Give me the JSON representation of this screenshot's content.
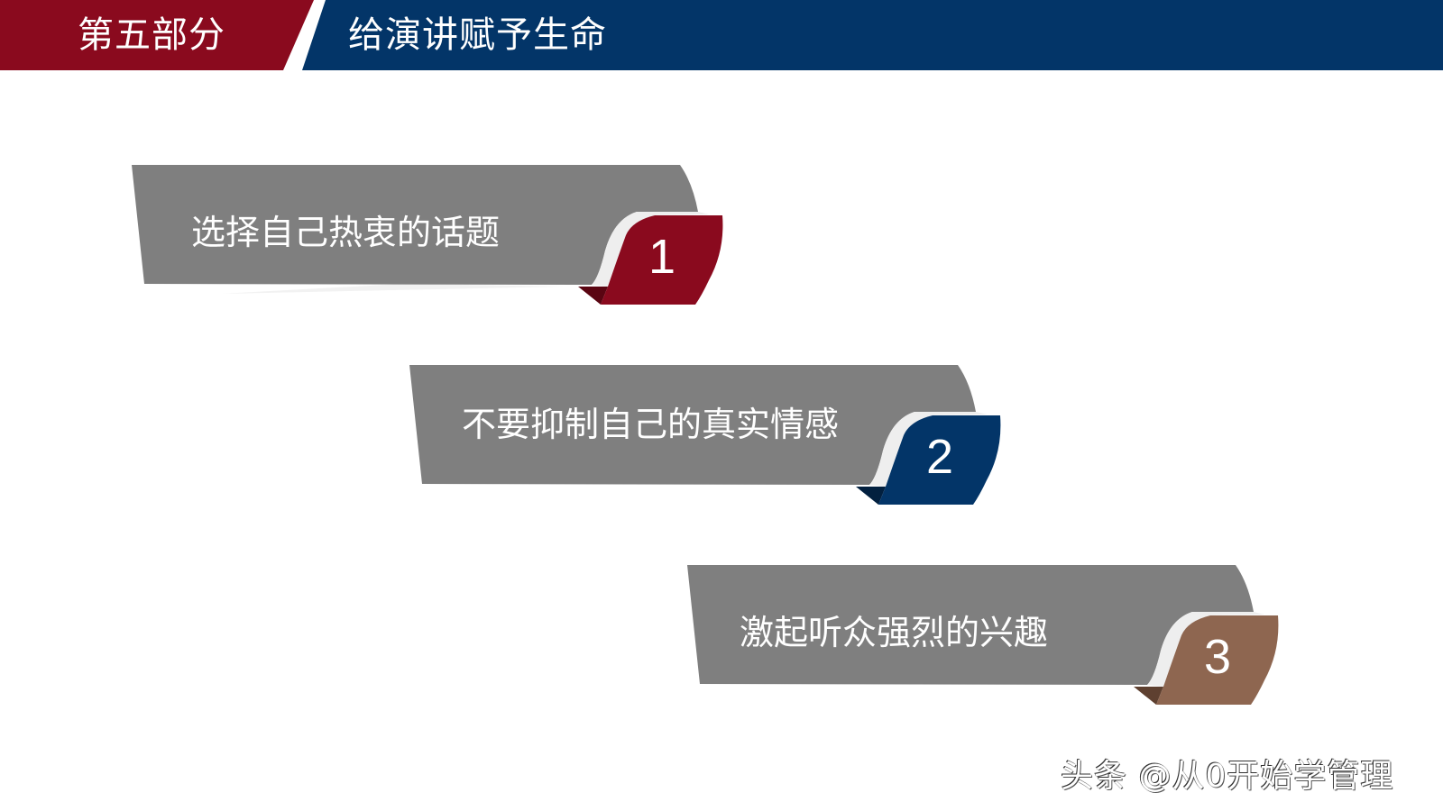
{
  "header": {
    "section_label": "第五部分",
    "section_title": "给演讲赋予生命",
    "colors": {
      "red": "#8a0a1e",
      "blue": "#033568"
    }
  },
  "cards": [
    {
      "number": "1",
      "text": "选择自己热衷的话题",
      "accent": "#8a0a1e",
      "accent_dark": "#5a0512"
    },
    {
      "number": "2",
      "text": "不要抑制自己的真实情感",
      "accent": "#033568",
      "accent_dark": "#02203f"
    },
    {
      "number": "3",
      "text": "激起听众强烈的兴趣",
      "accent": "#8e6650",
      "accent_dark": "#5e4030"
    }
  ],
  "card_colors": {
    "gray": "#7f7f7f",
    "swoosh": "#eeeeee"
  },
  "watermark": "头条 @从0开始学管理"
}
